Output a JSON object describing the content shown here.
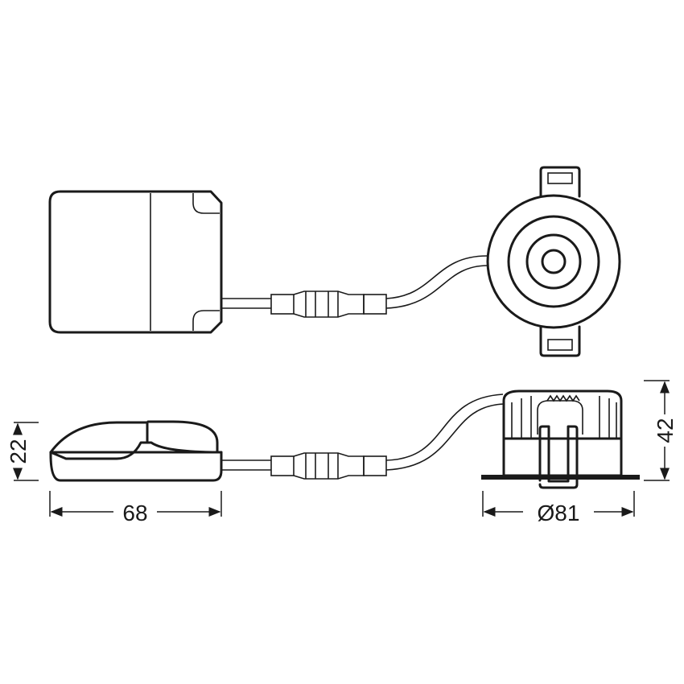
{
  "dimensions": {
    "driver_height": "22",
    "driver_length": "68",
    "downlight_diameter": "Ø81",
    "downlight_height": "42"
  },
  "colors": {
    "line": "#1a1a1a",
    "background": "#ffffff"
  }
}
